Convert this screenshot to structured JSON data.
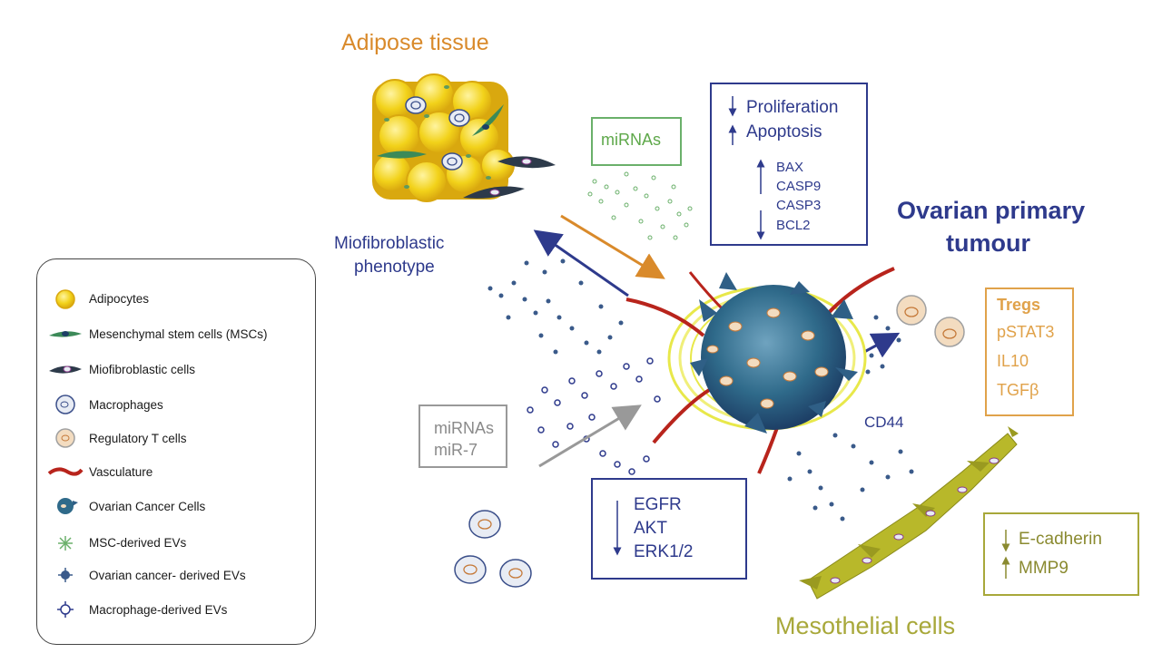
{
  "labels": {
    "adipose": "Adipose tissue",
    "miofibroblastic_1": "Miofibroblastic",
    "miofibroblastic_2": "phenotype",
    "ovarian_1": "Ovarian primary",
    "ovarian_2": "tumour",
    "mesothelial": "Mesothelial cells",
    "cd44": "CD44"
  },
  "boxes": {
    "mirnas_green": "miRNAs",
    "apoptosis": {
      "proliferation": "Proliferation",
      "apoptosis": "Apoptosis",
      "genes": [
        "BAX",
        "CASP9",
        "CASP3",
        "BCL2"
      ]
    },
    "mirnas_grey": [
      "miRNAs",
      "miR-7"
    ],
    "egfr": [
      "EGFR",
      "AKT",
      "ERK1/2"
    ],
    "tregs": [
      "Tregs",
      "pSTAT3",
      "IL10",
      "TGFβ"
    ],
    "ecadherin": [
      "E-cadherin",
      "MMP9"
    ]
  },
  "legend": [
    {
      "icon": "adipocyte-icon",
      "label": "Adipocytes"
    },
    {
      "icon": "msc-icon",
      "label": "Mesenchymal stem cells (MSCs)"
    },
    {
      "icon": "miofibroblast-icon",
      "label": "Miofibroblastic cells"
    },
    {
      "icon": "macrophage-icon",
      "label": "Macrophages"
    },
    {
      "icon": "treg-icon",
      "label": "Regulatory T cells"
    },
    {
      "icon": "vasculature-icon",
      "label": "Vasculature"
    },
    {
      "icon": "cancer-cell-icon",
      "label": "Ovarian Cancer Cells"
    },
    {
      "icon": "msc-ev-icon",
      "label": "MSC-derived EVs"
    },
    {
      "icon": "cancer-ev-icon",
      "label": "Ovarian cancer- derived EVs"
    },
    {
      "icon": "macrophage-ev-icon",
      "label": "Macrophage-derived EVs"
    }
  ],
  "colors": {
    "navy": "#2e3a8c",
    "orange": "#d98a2b",
    "green": "#5ea84a",
    "grey": "#8a8a8a",
    "olive": "#a8a83a",
    "tan": "#e0a24a",
    "tumour_blue": "#2f6a8a",
    "adipocyte_yellow": "#f2d21a",
    "vessel_red": "#b8241c"
  }
}
